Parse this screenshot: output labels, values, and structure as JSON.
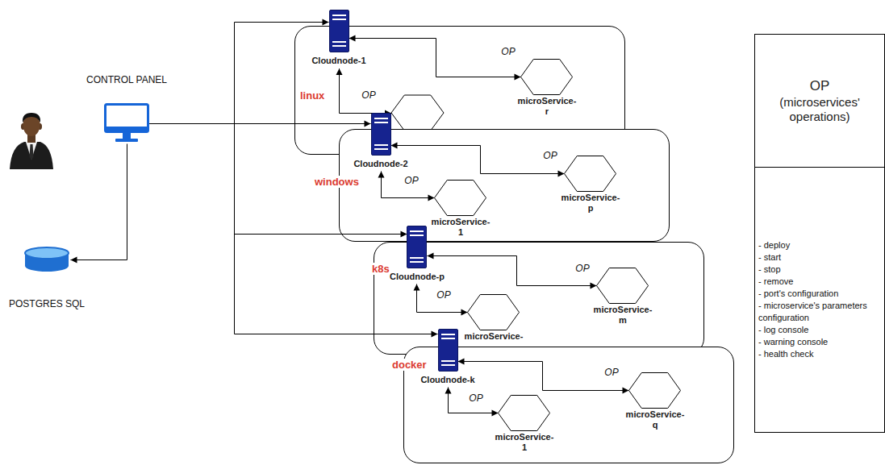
{
  "diagram": {
    "nodes": [
      {
        "text": [
          "CONTROL PANEL"
        ]
      },
      {
        "text": [
          "POSTGRES SQL"
        ]
      },
      {
        "text": [
          "linux"
        ]
      },
      {
        "text": [
          "Cloudnode-1"
        ],
        "in": 2
      },
      {
        "text": [
          "microService- r"
        ],
        "in": 2
      },
      {
        "text": [
          "windows"
        ]
      },
      {
        "text": [
          "Cloudnode-2"
        ],
        "in": 5
      },
      {
        "text": [
          "microService- p"
        ],
        "in": 5
      },
      {
        "text": [
          "microService- 1"
        ],
        "in": 5
      },
      {
        "text": [
          "k8s"
        ]
      },
      {
        "text": [
          "Cloudnode-p"
        ],
        "in": 9
      },
      {
        "text": [
          "microService- m"
        ],
        "in": 9
      },
      {
        "text": [
          "microService-"
        ],
        "in": 9
      },
      {
        "text": [
          "docker"
        ]
      },
      {
        "text": [
          "Cloudnode-k"
        ],
        "in": 13
      },
      {
        "text": [
          "microService- q"
        ],
        "in": 13
      },
      {
        "text": [
          "microService- 1"
        ],
        "in": 13
      },
      {
        "text": [
          "OP",
          "(microservices' operations)",
          "- deploy",
          "- start",
          "- stop",
          "- remove",
          "- port's configuration",
          "- microservice's parameters configuration",
          "- log console",
          "- warning console",
          "- health check"
        ]
      }
    ],
    "edges": [
      {
        "from": 0,
        "to": 1,
        "arrow": "to"
      },
      {
        "from": 0,
        "to": 3,
        "arrow": "to"
      },
      {
        "from": 0,
        "to": 6,
        "arrow": "to"
      },
      {
        "from": 0,
        "to": 10,
        "arrow": "to"
      },
      {
        "from": 0,
        "to": 14,
        "arrow": "to"
      },
      {
        "from": 3,
        "to": 4,
        "label": "OP",
        "arrow": "both"
      },
      {
        "from": 6,
        "to": 7,
        "label": "OP",
        "arrow": "both"
      },
      {
        "from": 6,
        "to": 8,
        "label": "OP",
        "arrow": "both"
      },
      {
        "from": 10,
        "to": 11,
        "label": "OP",
        "arrow": "both"
      },
      {
        "from": 10,
        "to": 12,
        "label": "OP",
        "arrow": "both"
      },
      {
        "from": 14,
        "to": 15,
        "label": "OP",
        "arrow": "both"
      },
      {
        "from": 14,
        "to": 16,
        "label": "OP",
        "arrow": "both"
      }
    ],
    "labels": [
      "OP"
    ]
  }
}
